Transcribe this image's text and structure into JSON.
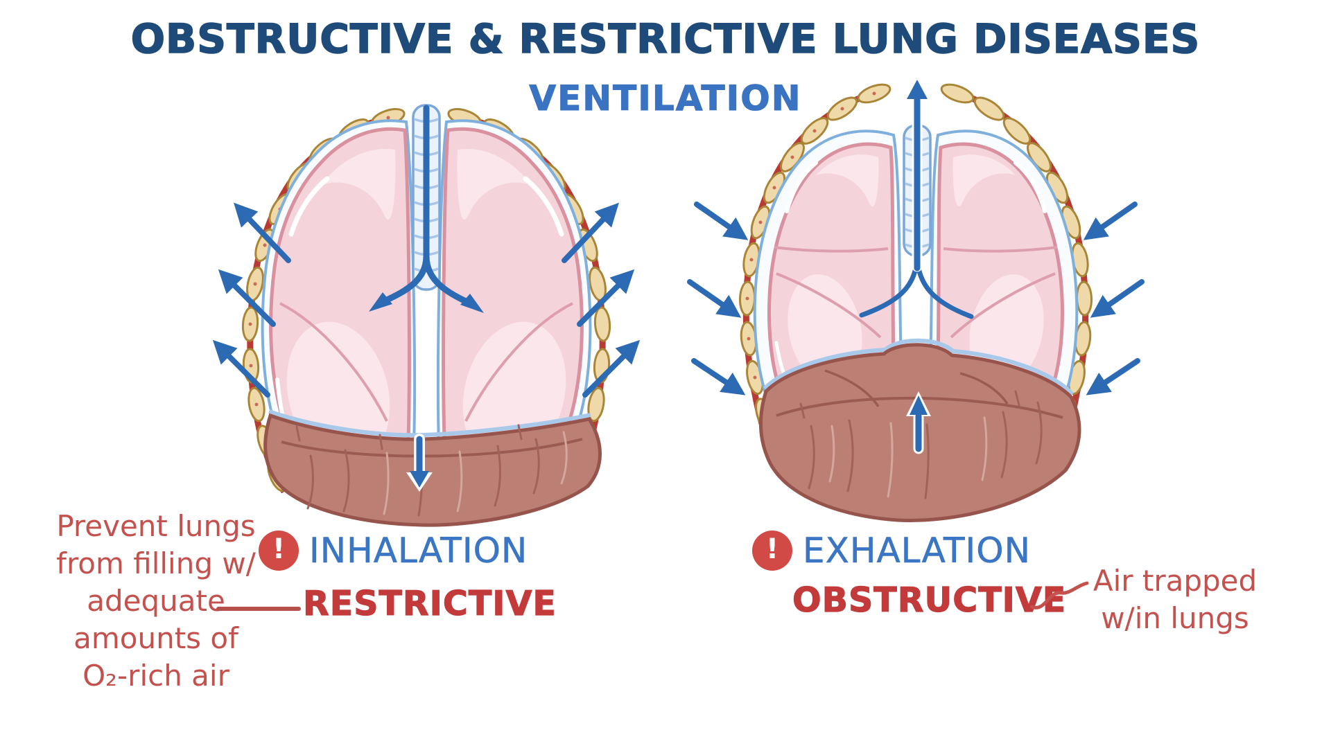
{
  "title": "OBSTRUCTIVE & RESTRICTIVE LUNG DISEASES",
  "subtitle": "VENTILATION",
  "alert_glyph": "!",
  "left_figure": {
    "phase_label": "INHALATION",
    "disease_label": "RESTRICTIVE",
    "caption_lines": [
      "Prevent lungs",
      "from filling w/",
      "adequate",
      "amounts of",
      "O₂-rich air"
    ]
  },
  "right_figure": {
    "phase_label": "EXHALATION",
    "disease_label": "OBSTRUCTIVE",
    "caption_lines": [
      "Air trapped",
      "w/in lungs"
    ]
  },
  "colors": {
    "title_navy": "#1e4b79",
    "label_blue": "#3b76c5",
    "arrow_blue": "#2d6ab4",
    "annotation_red": "#c5514e",
    "disease_red": "#c23a3a",
    "alert_red": "#d14a45",
    "lung_pink": "#f5d3db",
    "pleura_blue": "#7fb0dd",
    "diaphragm_brown": "#bb7f74",
    "rib_tan": "#f0d9a8",
    "intercostal_red": "#b83b33"
  }
}
